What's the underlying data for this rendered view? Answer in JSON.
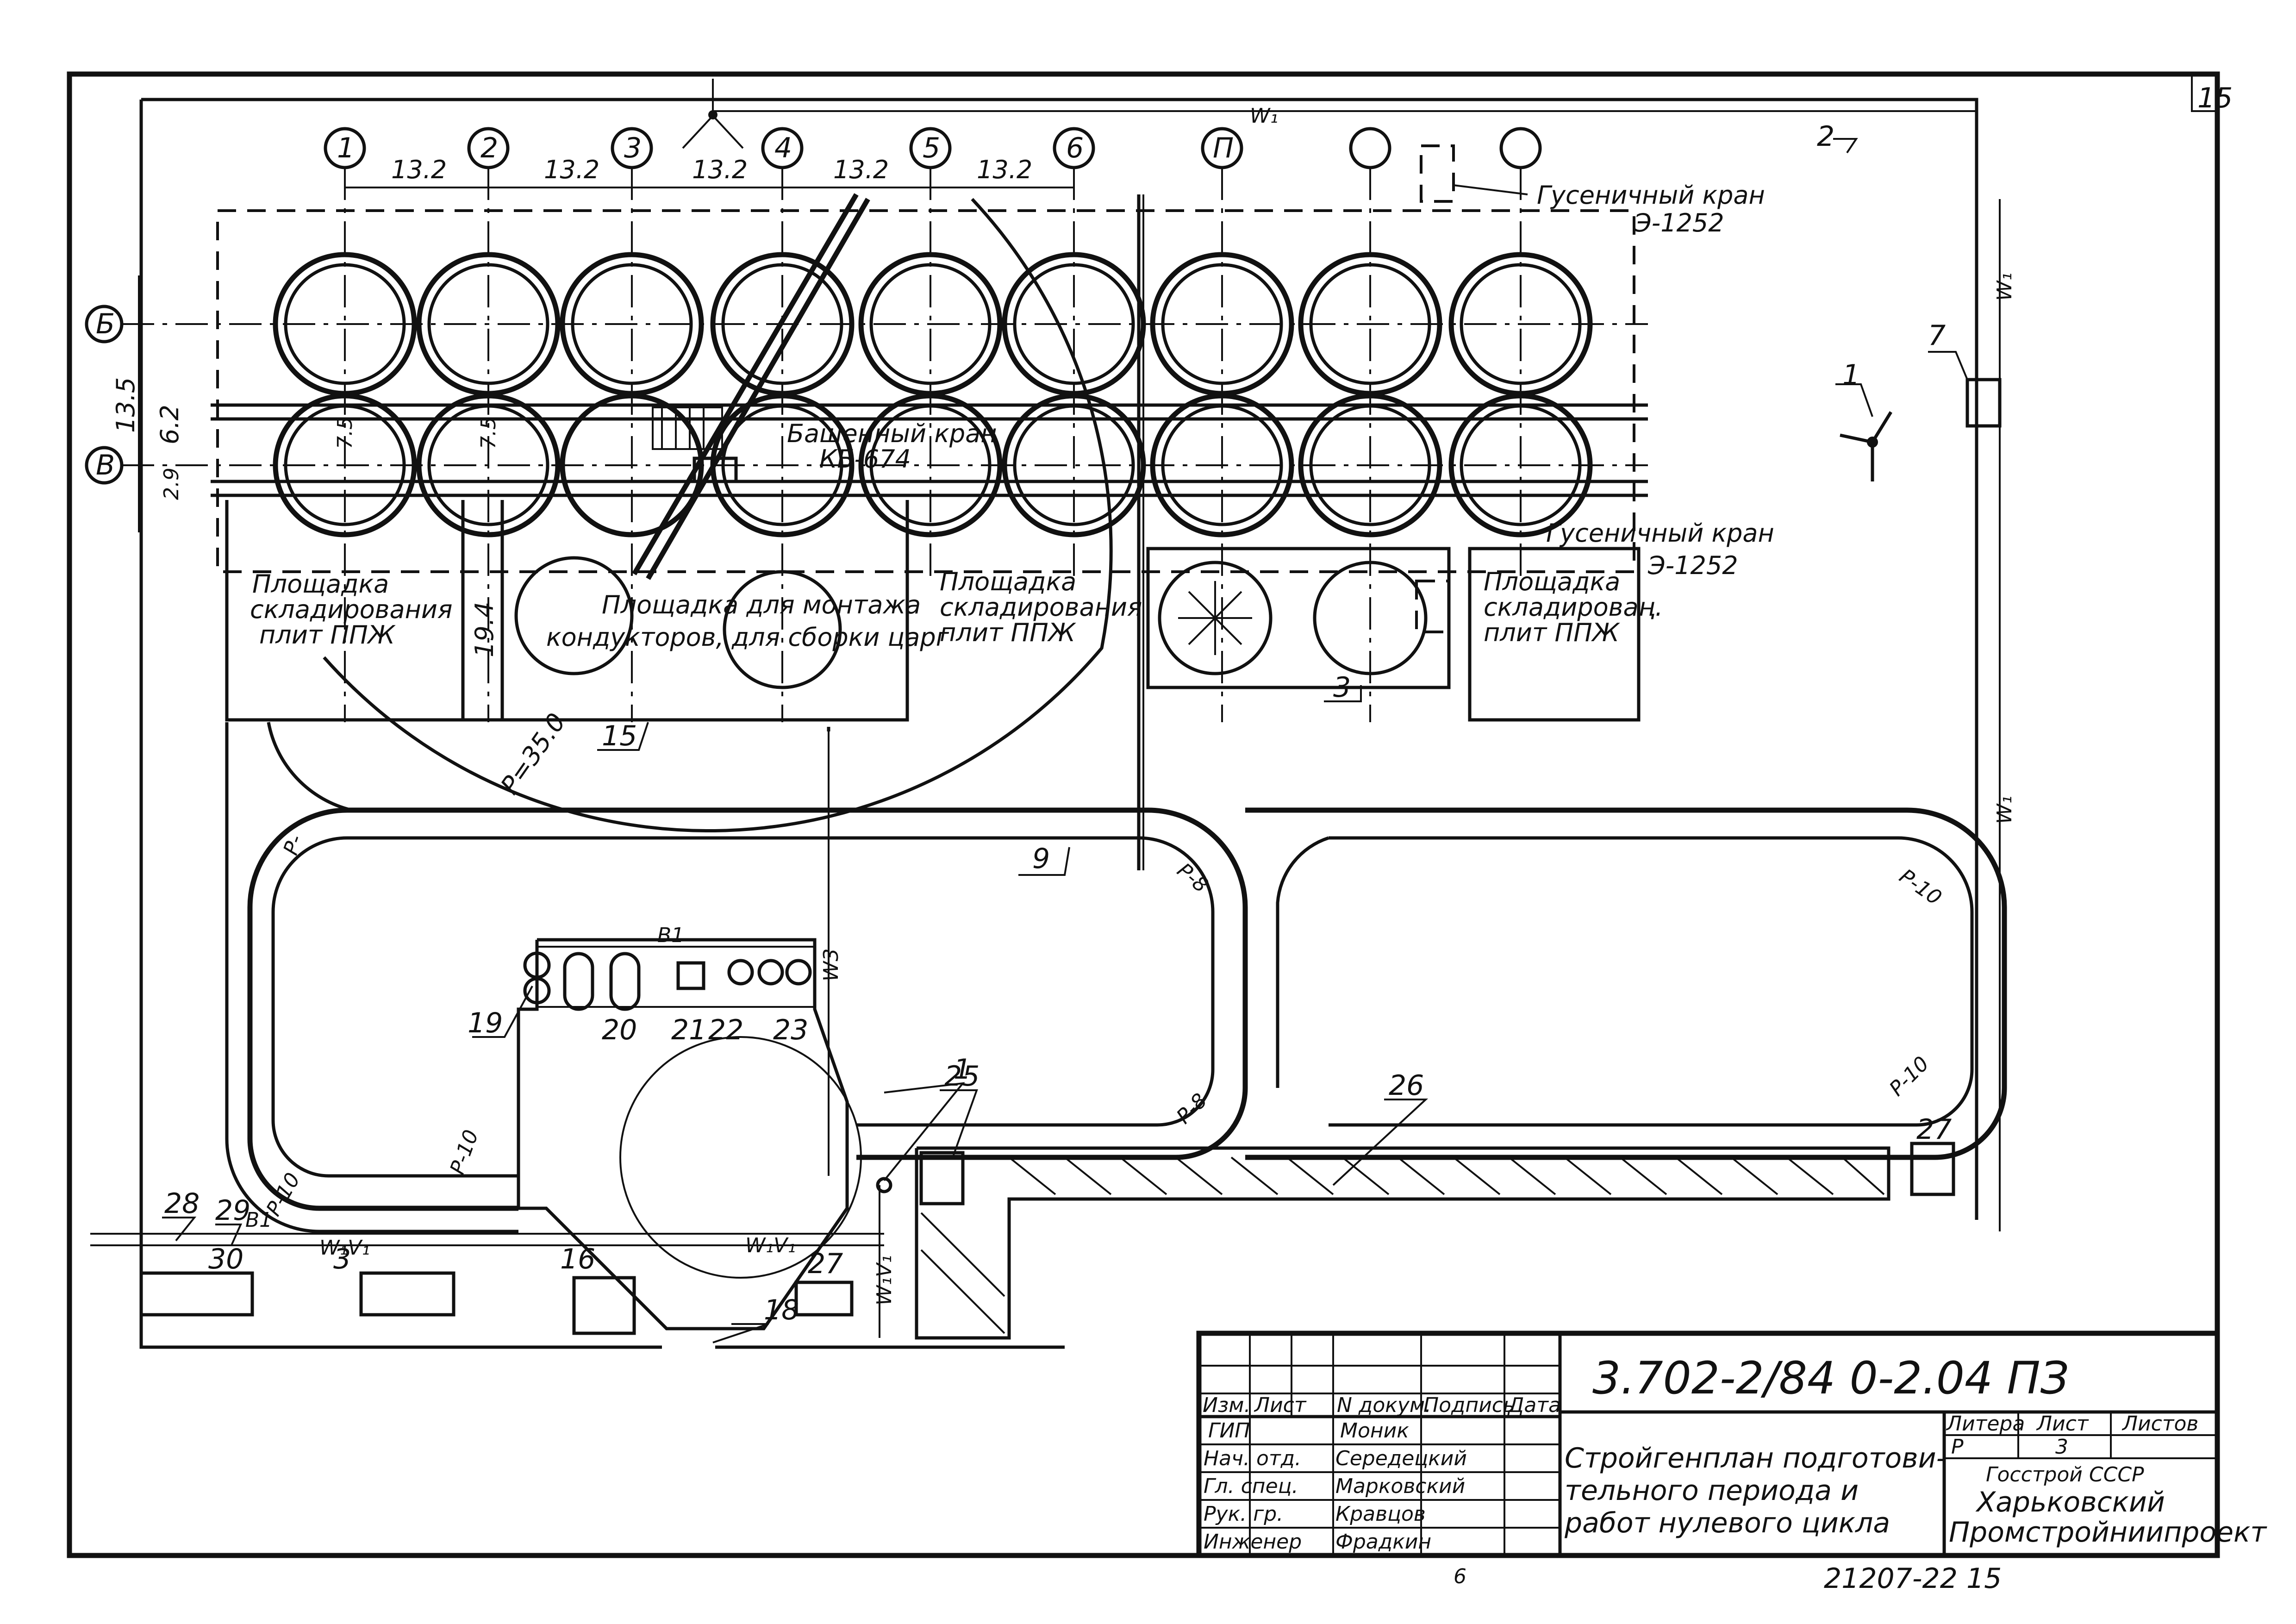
{
  "sheet": {
    "sheet_number": "15",
    "bottom_code": "21207-22  15",
    "bottom_mark": "6"
  },
  "axes": {
    "columns": [
      "1",
      "2",
      "3",
      "4",
      "5",
      "6",
      "П",
      "",
      ""
    ],
    "rows": [
      "Б",
      "В"
    ],
    "spacings": [
      "13.2",
      "13.2",
      "13.2",
      "13.2",
      "13.2"
    ],
    "row_dims": [
      "13.5",
      "6.2",
      "2.9"
    ],
    "misc_dims": [
      "7.5",
      "7.5",
      "19.4",
      "Р=35.0"
    ]
  },
  "utilities": {
    "water": "W₁",
    "water_sewer": "W₁V₁",
    "sewer": "В1",
    "water_3": "W3"
  },
  "notes": {
    "crawler_crane": "Гусеничный кран",
    "crawler_crane_model": "Э-1252",
    "tower_crane": "Башенный кран",
    "tower_crane_model": "КБ-674",
    "storage_left": [
      "Площадка",
      "складирования",
      "плит ППЖ"
    ],
    "assembly": [
      "Площадка для монтажа",
      "кондукторов, для сборки царг"
    ],
    "storage_mid": [
      "Площадка",
      "складирования",
      "плит ППЖ"
    ],
    "storage_right": [
      "Площадка",
      "складироваң.",
      "плит ППЖ"
    ]
  },
  "road_radii": [
    "Р-",
    "Р-8",
    "Р-10",
    "Р-8",
    "Р-10",
    "Р-10",
    "Р-10"
  ],
  "callouts": [
    "1",
    "2",
    "3",
    "7",
    "9",
    "15",
    "19",
    "20",
    "21",
    "22",
    "23",
    "25",
    "26",
    "27",
    "28",
    "29",
    "30",
    "3",
    "16",
    "27",
    "18",
    "1"
  ],
  "title_block": {
    "doc_code": "3.702-2/84  0-2.04 ПЗ",
    "header_cols": [
      "Изм.",
      "Лист",
      "N докум.",
      "Подпись",
      "Дата"
    ],
    "people": [
      {
        "role": "ГИП",
        "name": "Моник"
      },
      {
        "role": "Нач. отд.",
        "name": "Середецкий"
      },
      {
        "role": "Гл. спец.",
        "name": "Марковский"
      },
      {
        "role": "Рук. гр.",
        "name": "Кравцов"
      },
      {
        "role": "Инженер",
        "name": "Фрадкин"
      }
    ],
    "title": [
      "Стройгенплан подготови-",
      "тельного периода  и",
      "работ нулевого цикла"
    ],
    "stage_headers": [
      "Литера",
      "Лист",
      "Листов"
    ],
    "stage_values": [
      "Р",
      "3",
      ""
    ],
    "org": [
      "Госстрой  СССР",
      "Харьковский",
      "Промстройниипроект"
    ]
  }
}
